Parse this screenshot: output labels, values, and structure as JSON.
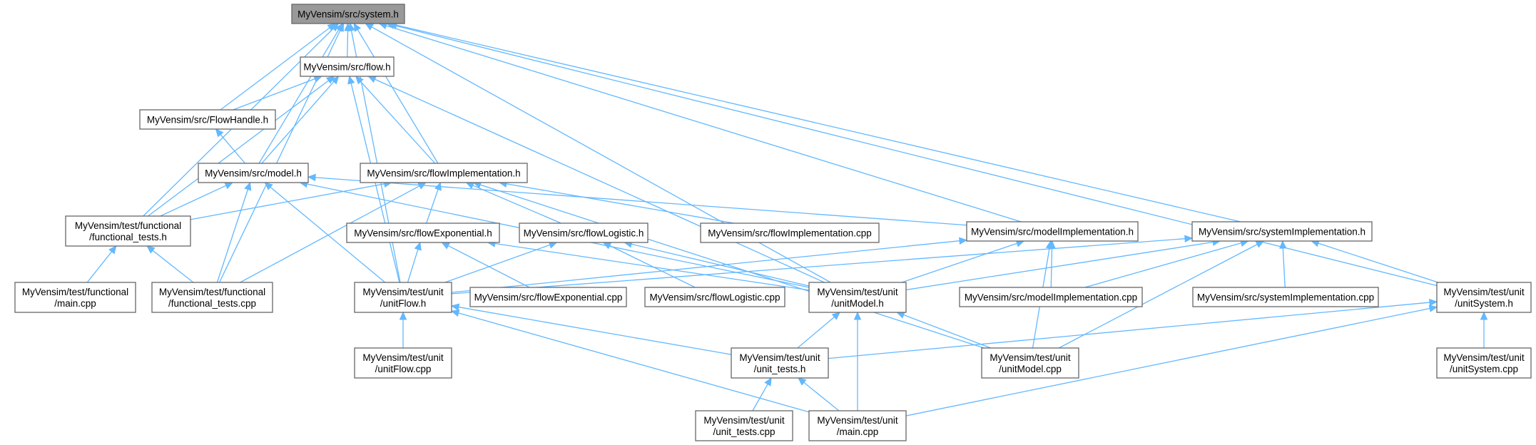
{
  "graph": {
    "title": "",
    "root": "system_h",
    "colors": {
      "edge": "#63b8ff",
      "node_border": "#666666",
      "root_fill": "#999999",
      "node_fill": "#ffffff"
    },
    "nodes": [
      {
        "id": "system_h",
        "lines": [
          "MyVensim/src/system.h"
        ]
      },
      {
        "id": "flow_h",
        "lines": [
          "MyVensim/src/flow.h"
        ]
      },
      {
        "id": "flowhandle_h",
        "lines": [
          "MyVensim/src/FlowHandle.h"
        ]
      },
      {
        "id": "model_h",
        "lines": [
          "MyVensim/src/model.h"
        ]
      },
      {
        "id": "flowimpl_h",
        "lines": [
          "MyVensim/src/flowImplementation.h"
        ]
      },
      {
        "id": "ftests_h",
        "lines": [
          "MyVensim/test/functional",
          "/functional_tests.h"
        ]
      },
      {
        "id": "flowexp_h",
        "lines": [
          "MyVensim/src/flowExponential.h"
        ]
      },
      {
        "id": "flowlog_h",
        "lines": [
          "MyVensim/src/flowLogistic.h"
        ]
      },
      {
        "id": "flowimpl_cpp",
        "lines": [
          "MyVensim/src/flowImplementation.cpp"
        ]
      },
      {
        "id": "modelimpl_h",
        "lines": [
          "MyVensim/src/modelImplementation.h"
        ]
      },
      {
        "id": "sysimpl_h",
        "lines": [
          "MyVensim/src/systemImplementation.h"
        ]
      },
      {
        "id": "fmain_cpp",
        "lines": [
          "MyVensim/test/functional",
          "/main.cpp"
        ]
      },
      {
        "id": "ftests_cpp",
        "lines": [
          "MyVensim/test/functional",
          "/functional_tests.cpp"
        ]
      },
      {
        "id": "unitflow_h",
        "lines": [
          "MyVensim/test/unit",
          "/unitFlow.h"
        ]
      },
      {
        "id": "flowexp_cpp",
        "lines": [
          "MyVensim/src/flowExponential.cpp"
        ]
      },
      {
        "id": "flowlog_cpp",
        "lines": [
          "MyVensim/src/flowLogistic.cpp"
        ]
      },
      {
        "id": "unitmodel_h",
        "lines": [
          "MyVensim/test/unit",
          "/unitModel.h"
        ]
      },
      {
        "id": "modelimpl_cpp",
        "lines": [
          "MyVensim/src/modelImplementation.cpp"
        ]
      },
      {
        "id": "sysimpl_cpp",
        "lines": [
          "MyVensim/src/systemImplementation.cpp"
        ]
      },
      {
        "id": "unitsystem_h",
        "lines": [
          "MyVensim/test/unit",
          "/unitSystem.h"
        ]
      },
      {
        "id": "unitflow_cpp",
        "lines": [
          "MyVensim/test/unit",
          "/unitFlow.cpp"
        ]
      },
      {
        "id": "unittests_h",
        "lines": [
          "MyVensim/test/unit",
          "/unit_tests.h"
        ]
      },
      {
        "id": "unitmodel_cpp",
        "lines": [
          "MyVensim/test/unit",
          "/unitModel.cpp"
        ]
      },
      {
        "id": "unitsystem_cpp",
        "lines": [
          "MyVensim/test/unit",
          "/unitSystem.cpp"
        ]
      },
      {
        "id": "unittests_cpp",
        "lines": [
          "MyVensim/test/unit",
          "/unit_tests.cpp"
        ]
      },
      {
        "id": "umain_cpp",
        "lines": [
          "MyVensim/test/unit",
          "/main.cpp"
        ]
      }
    ],
    "edges": [
      {
        "from": "flow_h",
        "to": "system_h"
      },
      {
        "from": "flowhandle_h",
        "to": "system_h"
      },
      {
        "from": "model_h",
        "to": "system_h"
      },
      {
        "from": "flowimpl_h",
        "to": "system_h"
      },
      {
        "from": "ftests_h",
        "to": "system_h"
      },
      {
        "from": "ftests_cpp",
        "to": "system_h"
      },
      {
        "from": "unitflow_h",
        "to": "system_h"
      },
      {
        "from": "unitmodel_h",
        "to": "system_h"
      },
      {
        "from": "modelimpl_h",
        "to": "system_h"
      },
      {
        "from": "sysimpl_h",
        "to": "system_h"
      },
      {
        "from": "unitsystem_h",
        "to": "system_h"
      },
      {
        "from": "flowhandle_h",
        "to": "flow_h"
      },
      {
        "from": "model_h",
        "to": "flow_h"
      },
      {
        "from": "ftests_h",
        "to": "flow_h"
      },
      {
        "from": "flowimpl_h",
        "to": "flow_h"
      },
      {
        "from": "unitflow_h",
        "to": "flow_h"
      },
      {
        "from": "unitmodel_h",
        "to": "flow_h"
      },
      {
        "from": "model_h",
        "to": "flowhandle_h"
      },
      {
        "from": "ftests_h",
        "to": "model_h"
      },
      {
        "from": "ftests_cpp",
        "to": "model_h"
      },
      {
        "from": "unitflow_h",
        "to": "model_h"
      },
      {
        "from": "unitmodel_h",
        "to": "model_h"
      },
      {
        "from": "modelimpl_h",
        "to": "model_h"
      },
      {
        "from": "ftests_h",
        "to": "flowimpl_h"
      },
      {
        "from": "ftests_cpp",
        "to": "flowimpl_h"
      },
      {
        "from": "flowexp_h",
        "to": "flowimpl_h"
      },
      {
        "from": "flowlog_h",
        "to": "flowimpl_h"
      },
      {
        "from": "flowimpl_cpp",
        "to": "flowimpl_h"
      },
      {
        "from": "unitmodel_cpp",
        "to": "flowimpl_h"
      },
      {
        "from": "fmain_cpp",
        "to": "ftests_h"
      },
      {
        "from": "ftests_cpp",
        "to": "ftests_h"
      },
      {
        "from": "unitflow_h",
        "to": "flowexp_h"
      },
      {
        "from": "flowexp_cpp",
        "to": "flowexp_h"
      },
      {
        "from": "unitmodel_h",
        "to": "flowexp_h"
      },
      {
        "from": "unitflow_h",
        "to": "flowlog_h"
      },
      {
        "from": "flowlog_cpp",
        "to": "flowlog_h"
      },
      {
        "from": "unitmodel_h",
        "to": "flowlog_h"
      },
      {
        "from": "unitflow_h",
        "to": "modelimpl_h"
      },
      {
        "from": "unitmodel_h",
        "to": "modelimpl_h"
      },
      {
        "from": "modelimpl_cpp",
        "to": "modelimpl_h"
      },
      {
        "from": "unitmodel_cpp",
        "to": "modelimpl_h"
      },
      {
        "from": "unitflow_h",
        "to": "sysimpl_h"
      },
      {
        "from": "unitmodel_h",
        "to": "sysimpl_h"
      },
      {
        "from": "modelimpl_cpp",
        "to": "sysimpl_h"
      },
      {
        "from": "sysimpl_cpp",
        "to": "sysimpl_h"
      },
      {
        "from": "unitsystem_h",
        "to": "sysimpl_h"
      },
      {
        "from": "unitmodel_cpp",
        "to": "sysimpl_h"
      },
      {
        "from": "unitflow_cpp",
        "to": "unitflow_h"
      },
      {
        "from": "unittests_h",
        "to": "unitflow_h"
      },
      {
        "from": "umain_cpp",
        "to": "unitflow_h"
      },
      {
        "from": "unittests_h",
        "to": "unitmodel_h"
      },
      {
        "from": "unitmodel_cpp",
        "to": "unitmodel_h"
      },
      {
        "from": "umain_cpp",
        "to": "unitmodel_h"
      },
      {
        "from": "unittests_h",
        "to": "unitsystem_h"
      },
      {
        "from": "unitsystem_cpp",
        "to": "unitsystem_h"
      },
      {
        "from": "umain_cpp",
        "to": "unitsystem_h"
      },
      {
        "from": "unittests_cpp",
        "to": "unittests_h"
      },
      {
        "from": "umain_cpp",
        "to": "unittests_h"
      }
    ]
  }
}
